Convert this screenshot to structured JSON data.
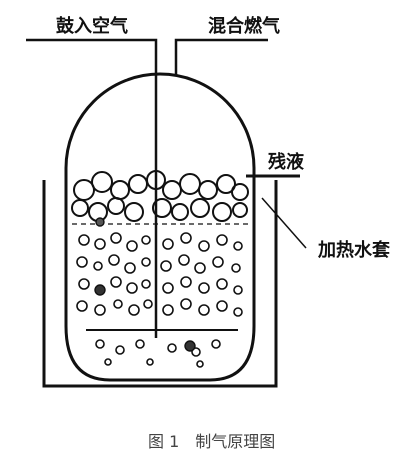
{
  "labels": {
    "air_in": "鼓入空气",
    "gas_out": "混合燃气",
    "residue": "残液",
    "heating_jacket": "加热水套"
  },
  "caption": "图 1　制气原理图"
}
